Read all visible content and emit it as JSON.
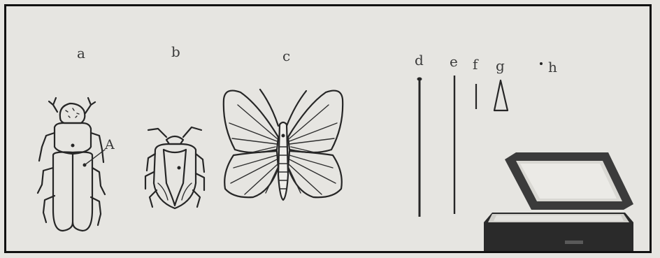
{
  "labels": {
    "a": "a",
    "b": "b",
    "c": "c",
    "d": "d",
    "e": "e",
    "f": "f",
    "g": "g",
    "h": "h",
    "annotation_A": "A"
  },
  "colors": {
    "paper": "#e6e5e1",
    "ink": "#262626",
    "box_lid": "#3b3b3b",
    "box_base": "#2a2a2a"
  },
  "figures": [
    {
      "label": "a",
      "depicts": "beetle-icon"
    },
    {
      "label": "b",
      "depicts": "shield-bug-icon"
    },
    {
      "label": "c",
      "depicts": "butterfly-icon"
    },
    {
      "label": "d",
      "depicts": "long-pin-icon"
    },
    {
      "label": "e",
      "depicts": "long-pin-icon"
    },
    {
      "label": "f",
      "depicts": "short-pin-icon"
    },
    {
      "label": "g",
      "depicts": "triangle-card-icon"
    },
    {
      "label": "h",
      "depicts": "dot-icon"
    }
  ]
}
